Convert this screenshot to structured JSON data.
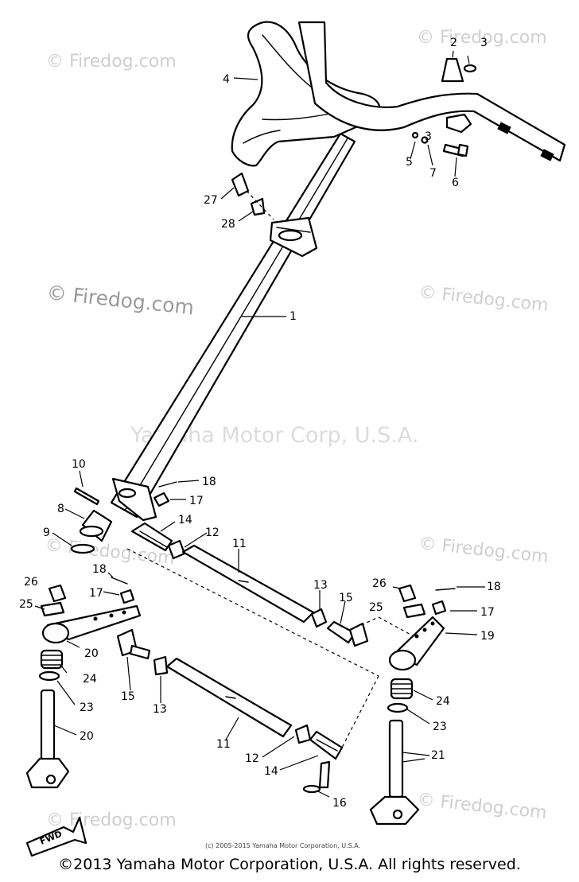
{
  "watermarks": {
    "firedog_top_left": "© Firedog.com",
    "firedog_top_right": "© Firedog.com",
    "firedog_mid_left": "© Firedog.com",
    "firedog_mid_right": "© Firedog.com",
    "firedog_lower_left": "© Firedog.com",
    "firedog_lower_right": "© Firedog.com",
    "firedog_bottom_left": "© Firedog.com",
    "firedog_bottom_right": "© Firedog.com",
    "center": "Yamaha Motor Corp, U.S.A."
  },
  "diagram_note": "(c) 2005-2015 Yamaha Motor Corporation, U.S.A.",
  "fwd_label": "FWD",
  "copyright": "©2013 Yamaha Motor Corporation, U.S.A. All rights reserved.",
  "callouts": {
    "c1": "1",
    "c2": "2",
    "c3": "3",
    "c3b": "3",
    "c4": "4",
    "c5": "5",
    "c6": "6",
    "c7": "7",
    "c8": "8",
    "c9": "9",
    "c10": "10",
    "c11a": "11",
    "c11b": "11",
    "c12a": "12",
    "c12b": "12",
    "c13a": "13",
    "c13b": "13",
    "c14a": "14",
    "c14b": "14",
    "c15a": "15",
    "c15b": "15",
    "c16": "16",
    "c17a": "17",
    "c17b": "17",
    "c17c": "17",
    "c18a": "18",
    "c18b": "18",
    "c18c": "18",
    "c19": "19",
    "c20a": "20",
    "c20b": "20",
    "c21": "21",
    "c23a": "23",
    "c23b": "23",
    "c24a": "24",
    "c24b": "24",
    "c25a": "25",
    "c25b": "25",
    "c26a": "26",
    "c26b": "26",
    "c27": "27",
    "c28": "28"
  }
}
